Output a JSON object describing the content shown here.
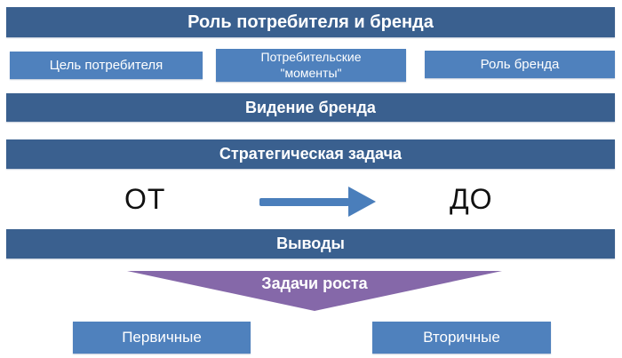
{
  "colors": {
    "dark_blue": "#3A608F",
    "light_blue": "#4F81BD",
    "arrow_blue": "#4A7EBB",
    "purple": "#8568A9",
    "text_light": "#FFFFFF",
    "text_dark": "#111111"
  },
  "diagram": {
    "title": "Роль потребителя и бренда",
    "boxes": [
      {
        "label": "Цель потребителя"
      },
      {
        "label": "Потребительские \"моменты\""
      },
      {
        "label": "Роль бренда"
      }
    ],
    "vision": "Видение бренда",
    "strategic": "Стратегическая задача",
    "from_label": "ОТ",
    "to_label": "ДО",
    "conclusions": "Выводы",
    "growth": "Задачи роста",
    "primary": "Первичные",
    "secondary": "Вторичные"
  }
}
